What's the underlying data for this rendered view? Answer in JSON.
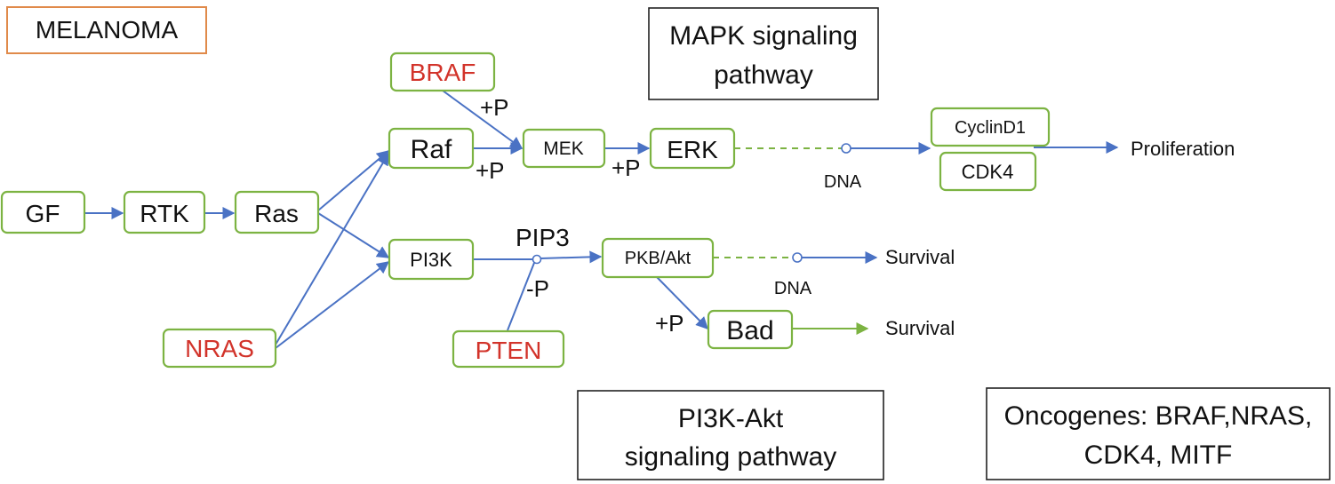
{
  "colors": {
    "node_border": "#7cb342",
    "arrow": "#4a72c4",
    "oncogene_text": "#d2332a",
    "title_border": "#e08a4a",
    "frame_border": "#222222"
  },
  "title": "MELANOMA",
  "pathway_labels": {
    "mapk_line1": "MAPK signaling",
    "mapk_line2": "pathway",
    "pi3k_line1": "PI3K-Akt",
    "pi3k_line2": "signaling pathway",
    "oncogenes_line1": "Oncogenes: BRAF,NRAS,",
    "oncogenes_line2": "CDK4, MITF"
  },
  "nodes": {
    "gf": "GF",
    "rtk": "RTK",
    "ras": "Ras",
    "braf": "BRAF",
    "raf": "Raf",
    "mek": "MEK",
    "erk": "ERK",
    "nras": "NRAS",
    "pi3k": "PI3K",
    "pten": "PTEN",
    "pkb_akt": "PKB/Akt",
    "bad": "Bad",
    "cyclind1": "CyclinD1",
    "cdk4": "CDK4"
  },
  "edge_labels": {
    "braf_mek": "+P",
    "raf_mek": "+P",
    "mek_erk": "+P",
    "pip3": "PIP3",
    "pten": "-P",
    "akt_bad": "+P"
  },
  "annotations": {
    "dna_mapk": "DNA",
    "dna_akt": "DNA",
    "proliferation": "Proliferation",
    "survival_akt": "Survival",
    "survival_bad": "Survival"
  }
}
